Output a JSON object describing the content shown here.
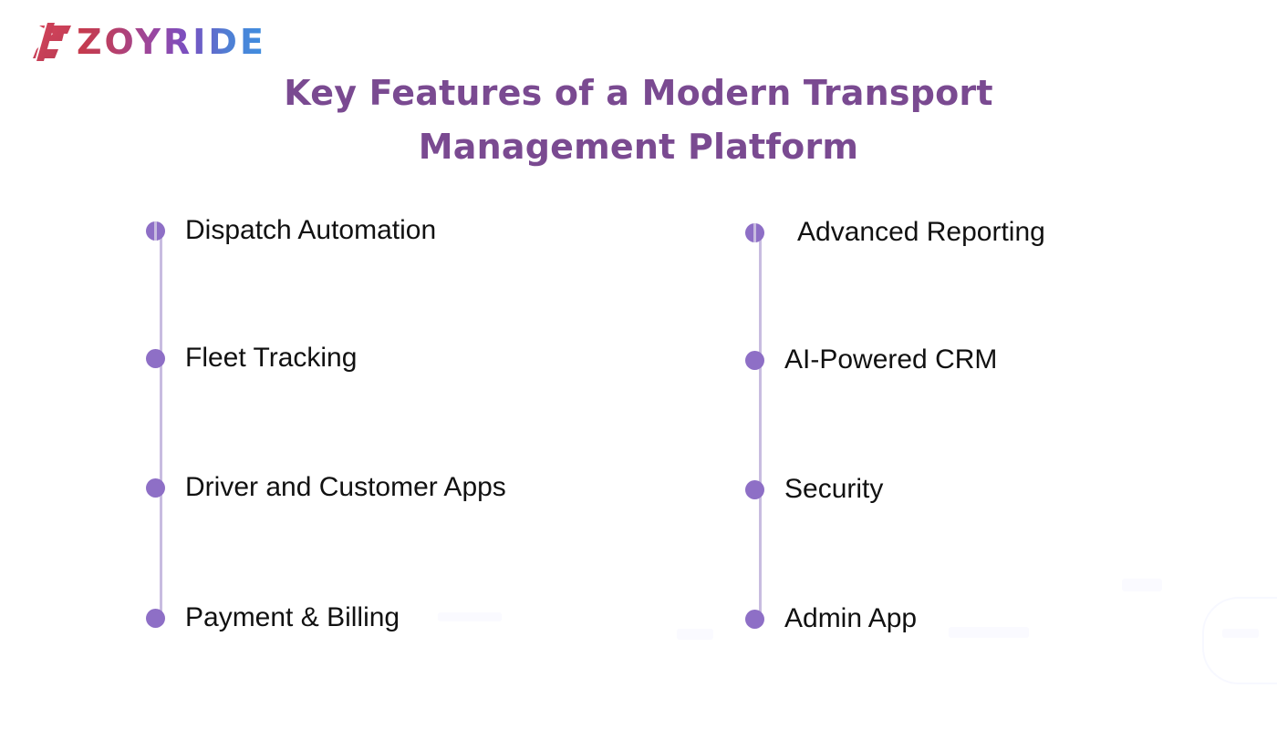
{
  "brand": {
    "logo_mark_icon": "z-slash-logo-icon",
    "name": "ZOYRIDE",
    "gradient_start": "#c73a4a",
    "gradient_end": "#3f8fe0"
  },
  "title": {
    "line1": "Key Features of a Modern Transport",
    "line2": "Management Platform",
    "color": "#7a4a91"
  },
  "theme": {
    "background": "#ffffff",
    "bullet_color": "#8e6fc6",
    "rail_color": "#c8bce0",
    "item_text_color": "#111111"
  },
  "columns": [
    {
      "id": "left",
      "items": [
        {
          "label": "Dispatch Automation",
          "bullet": "timeline-bullet-icon"
        },
        {
          "label": "Fleet Tracking",
          "bullet": "timeline-bullet-icon"
        },
        {
          "label": "Driver and Customer Apps",
          "bullet": "timeline-bullet-icon"
        },
        {
          "label": "Payment & Billing",
          "bullet": "timeline-bullet-icon"
        }
      ]
    },
    {
      "id": "right",
      "items": [
        {
          "label": "Advanced Reporting",
          "bullet": "timeline-bullet-icon"
        },
        {
          "label": "AI-Powered CRM",
          "bullet": "timeline-bullet-icon"
        },
        {
          "label": "Security",
          "bullet": "timeline-bullet-icon"
        },
        {
          "label": "Admin App",
          "bullet": "timeline-bullet-icon"
        }
      ]
    }
  ]
}
